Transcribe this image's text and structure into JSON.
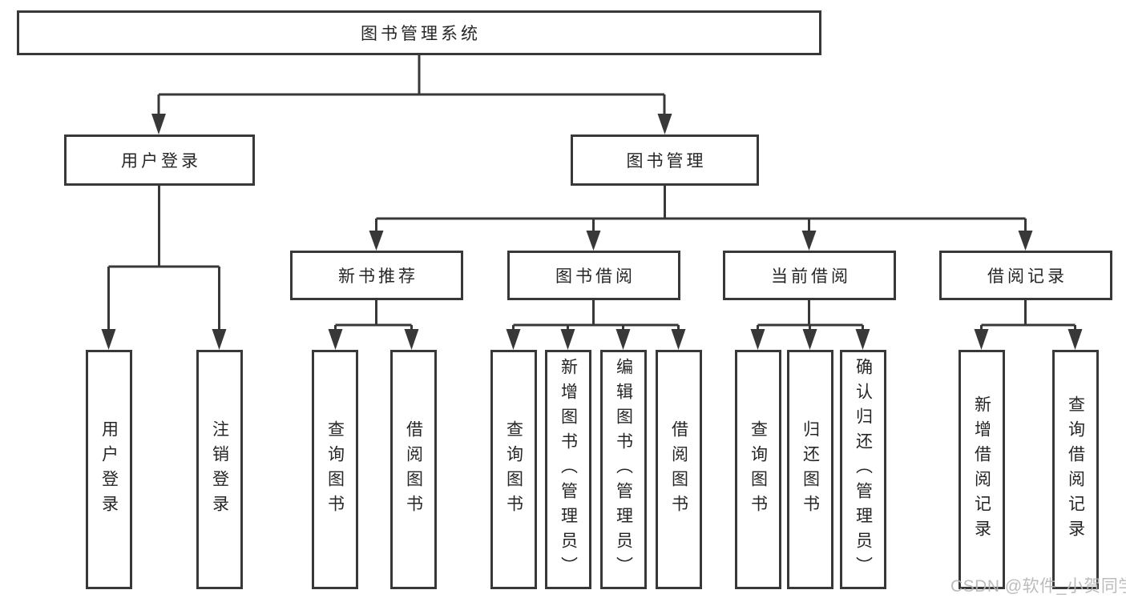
{
  "nodes": {
    "root": {
      "label": "图书管理系统"
    },
    "user_login": {
      "label": "用户登录"
    },
    "book_management": {
      "label": "图书管理"
    },
    "new_book_recommend": {
      "label": "新书推荐"
    },
    "book_borrowing": {
      "label": "图书借阅"
    },
    "current_borrowing": {
      "label": "当前借阅"
    },
    "borrowing_records": {
      "label": "借阅记录"
    },
    "leaves": {
      "user_login": "用户登录",
      "logout_login": "注销登录",
      "nbr_query_books": "查询图书",
      "nbr_borrow_books": "借阅图书",
      "bb_query_books": "查询图书",
      "bb_add_books": "新增图书（管理员）",
      "bb_edit_books": "编辑图书（管理员）",
      "bb_borrow_books": "借阅图书",
      "cb_query_books": "查询图书",
      "cb_return_books": "归还图书",
      "cb_confirm_return": "确认归还（管理员）",
      "br_add_record": "新增借阅记录",
      "br_query_record": "查询借阅记录"
    }
  },
  "watermark": {
    "text": "CSDN @软件_小贺同学",
    "color": "#b6b6b6"
  },
  "colors": {
    "line": "#383838",
    "box_border": "#383838",
    "text": "#262626",
    "background": "#ffffff"
  }
}
